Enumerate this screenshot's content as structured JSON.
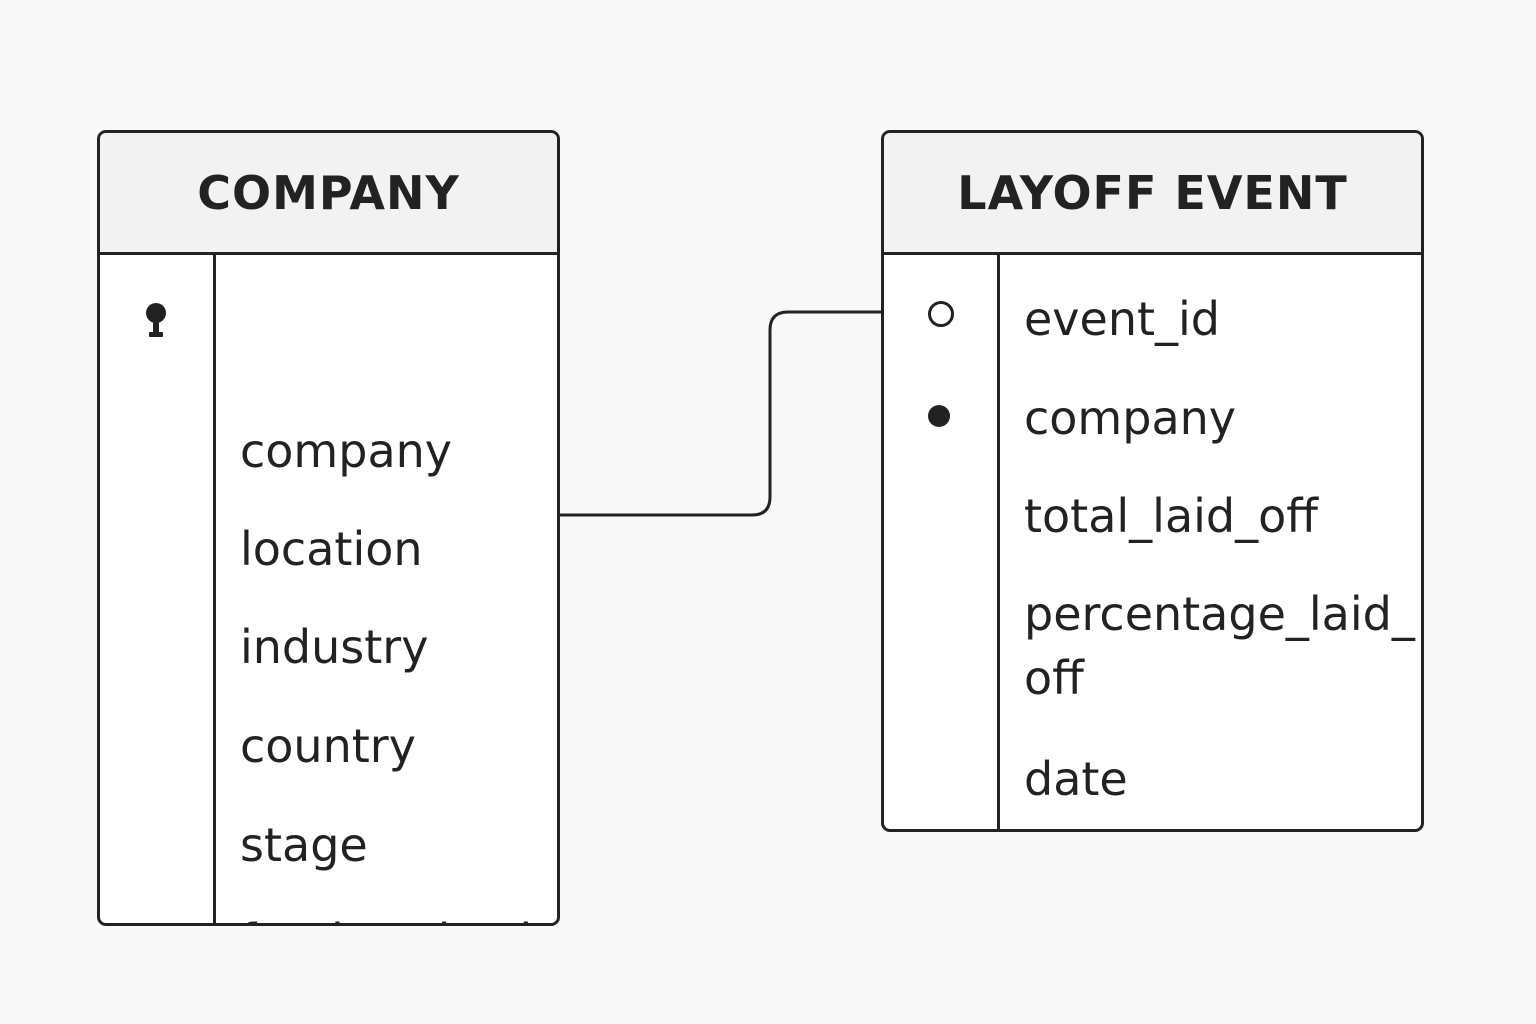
{
  "entities": {
    "company": {
      "title": "COMPANY",
      "fields": [
        "company",
        "location",
        "industry",
        "country",
        "stage",
        "funds_raised\nmillions"
      ]
    },
    "layoff_event": {
      "title": "LAYOFF EVENT",
      "fields": [
        "event_id",
        "company",
        "total_laid_off",
        "percentage_laid_\noff",
        "date"
      ]
    }
  },
  "icons": {
    "primary_key": "key-icon",
    "foreign_key": "filled-dot-icon",
    "relationship_end": "open-circle-icon"
  },
  "colors": {
    "background": "#f8f8f8",
    "line": "#222222",
    "header_fill": "#f2f2f2"
  }
}
